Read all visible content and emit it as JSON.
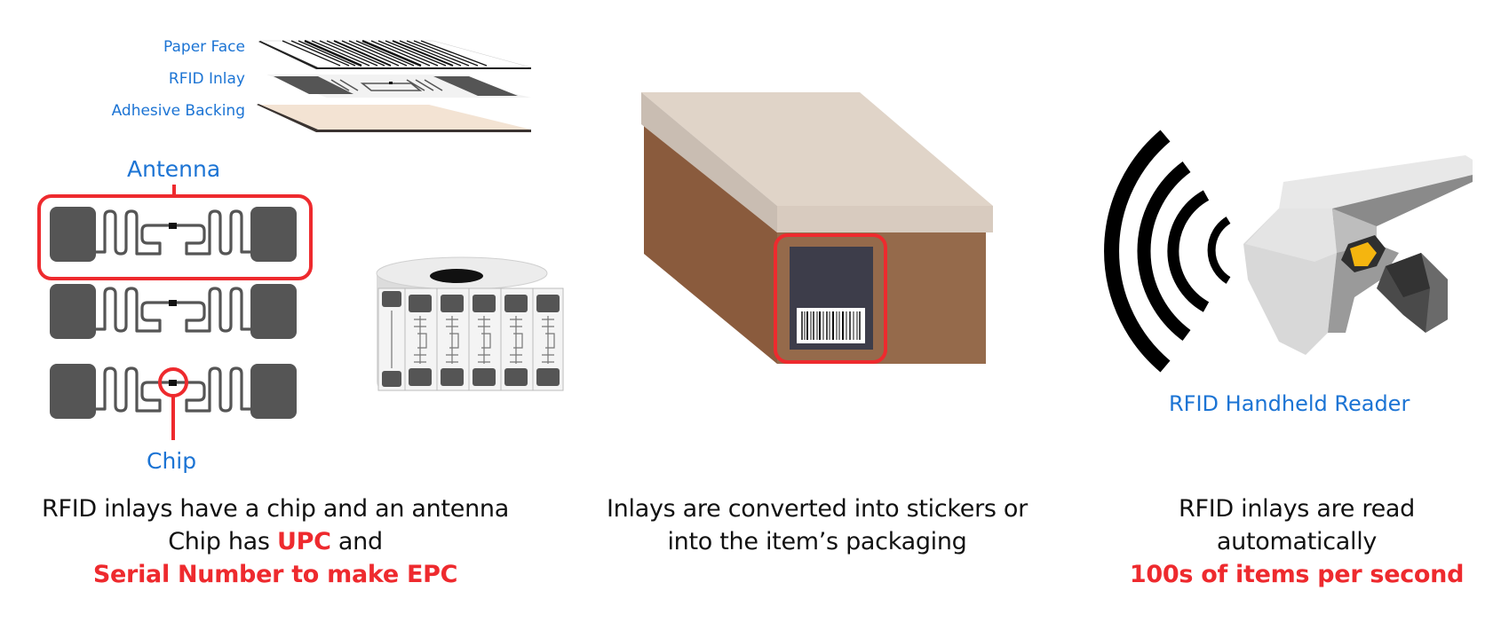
{
  "colors": {
    "label_blue": "#1c74d4",
    "highlight_red": "#ee2a2e",
    "text_black": "#111111",
    "antenna_gray": "#555555",
    "box_brown": "#8c5e3f",
    "box_lid": "#ded3c7",
    "label_dark": "#3d3d4a",
    "chip_yellow": "#f5b50f",
    "adhesive_peach": "#f3e3d3"
  },
  "panel_inlay": {
    "layers": [
      {
        "label": "Paper Face"
      },
      {
        "label": "RFID Inlay"
      },
      {
        "label": "Adhesive Backing"
      }
    ],
    "callout_antenna": "Antenna",
    "callout_chip": "Chip",
    "caption": {
      "line1": "RFID inlays have a chip and an antenna",
      "line2_prefix": "Chip has ",
      "line2_highlight": "UPC",
      "line2_suffix": " and",
      "line3_highlight": "Serial Number to make EPC"
    }
  },
  "panel_packaging": {
    "caption": {
      "line1": "Inlays are converted into stickers or",
      "line2": "into the item’s packaging"
    }
  },
  "panel_reader": {
    "device_label": "RFID Handheld Reader",
    "caption": {
      "line1": "RFID inlays are read",
      "line2": "automatically",
      "line3_highlight": "100s of items per second"
    }
  }
}
